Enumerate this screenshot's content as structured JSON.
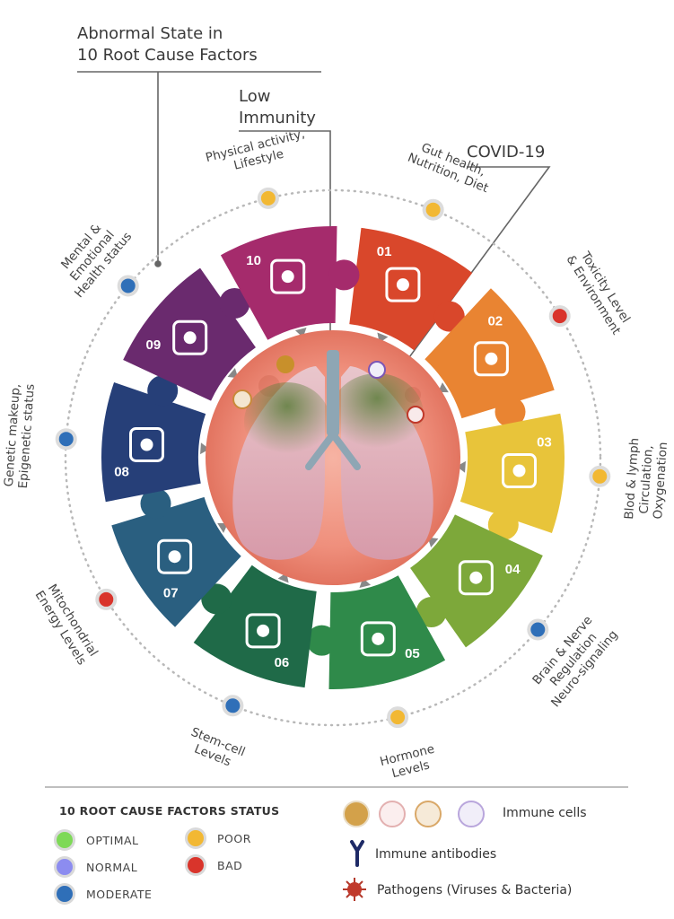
{
  "headings": {
    "abnormal": [
      "Abnormal State in",
      "10 Root Cause Factors"
    ],
    "low_immunity": [
      "Low",
      "Immunity"
    ],
    "covid": "COVID-19"
  },
  "factors": [
    {
      "num": "01",
      "label": [
        "Gut health,",
        "Nutrition, Diet"
      ],
      "color": "#d9472b",
      "status": "poor"
    },
    {
      "num": "02",
      "label": [
        "Toxicity Level",
        "& Environment"
      ],
      "color": "#e98432",
      "status": "bad"
    },
    {
      "num": "03",
      "label": [
        "Blod & lymph",
        "Circulation,",
        "Oxygenation"
      ],
      "color": "#e8c43a",
      "status": "poor"
    },
    {
      "num": "04",
      "label": [
        "Brain & Nerve",
        "Regulation",
        "Neuro-signaling"
      ],
      "color": "#7da83a",
      "status": "moderate"
    },
    {
      "num": "05",
      "label": [
        "Hormone",
        "Levels"
      ],
      "color": "#2f8a4a",
      "status": "poor"
    },
    {
      "num": "06",
      "label": [
        "Stem-cell",
        "Levels"
      ],
      "color": "#1f6a48",
      "status": "moderate"
    },
    {
      "num": "07",
      "label": [
        "Mitochondrial",
        "Energy Levels"
      ],
      "color": "#2a5f80",
      "status": "bad"
    },
    {
      "num": "08",
      "label": [
        "Genetic makeup,",
        "Epigenetic status"
      ],
      "color": "#263f78",
      "status": "moderate"
    },
    {
      "num": "09",
      "label": [
        "Mental &",
        "Emotional",
        "Health status"
      ],
      "color": "#6a2a6e",
      "status": "moderate"
    },
    {
      "num": "10",
      "label": [
        "Physical activity,",
        "Lifestyle"
      ],
      "color": "#a52b6c",
      "status": "poor"
    }
  ],
  "status_colors": {
    "optimal": "#7ed957",
    "normal": "#8c8cf0",
    "moderate": "#2f6fb8",
    "poor": "#f2b833",
    "bad": "#d9342b"
  },
  "legend": {
    "title": "10 ROOT CAUSE FACTORS STATUS",
    "items": [
      {
        "label": "OPTIMAL",
        "status": "optimal"
      },
      {
        "label": "NORMAL",
        "status": "normal"
      },
      {
        "label": "MODERATE",
        "status": "moderate"
      },
      {
        "label": "POOR",
        "status": "poor"
      },
      {
        "label": "BAD",
        "status": "bad"
      }
    ],
    "immune_cells": "Immune cells",
    "immune_antibodies": "Immune antibodies",
    "pathogens": "Pathogens (Viruses & Bacteria)"
  },
  "icons": {
    "01": "poison-bottle-icon",
    "02": "intestines-icon",
    "03": "heart-icon",
    "04": "nervous-system-icon",
    "05": "endocrine-glands-icon",
    "06": "antibody-icon",
    "07": "human-body-icon",
    "08": "dna-icon",
    "09": "brain-head-icon",
    "10": "exercise-icon"
  }
}
